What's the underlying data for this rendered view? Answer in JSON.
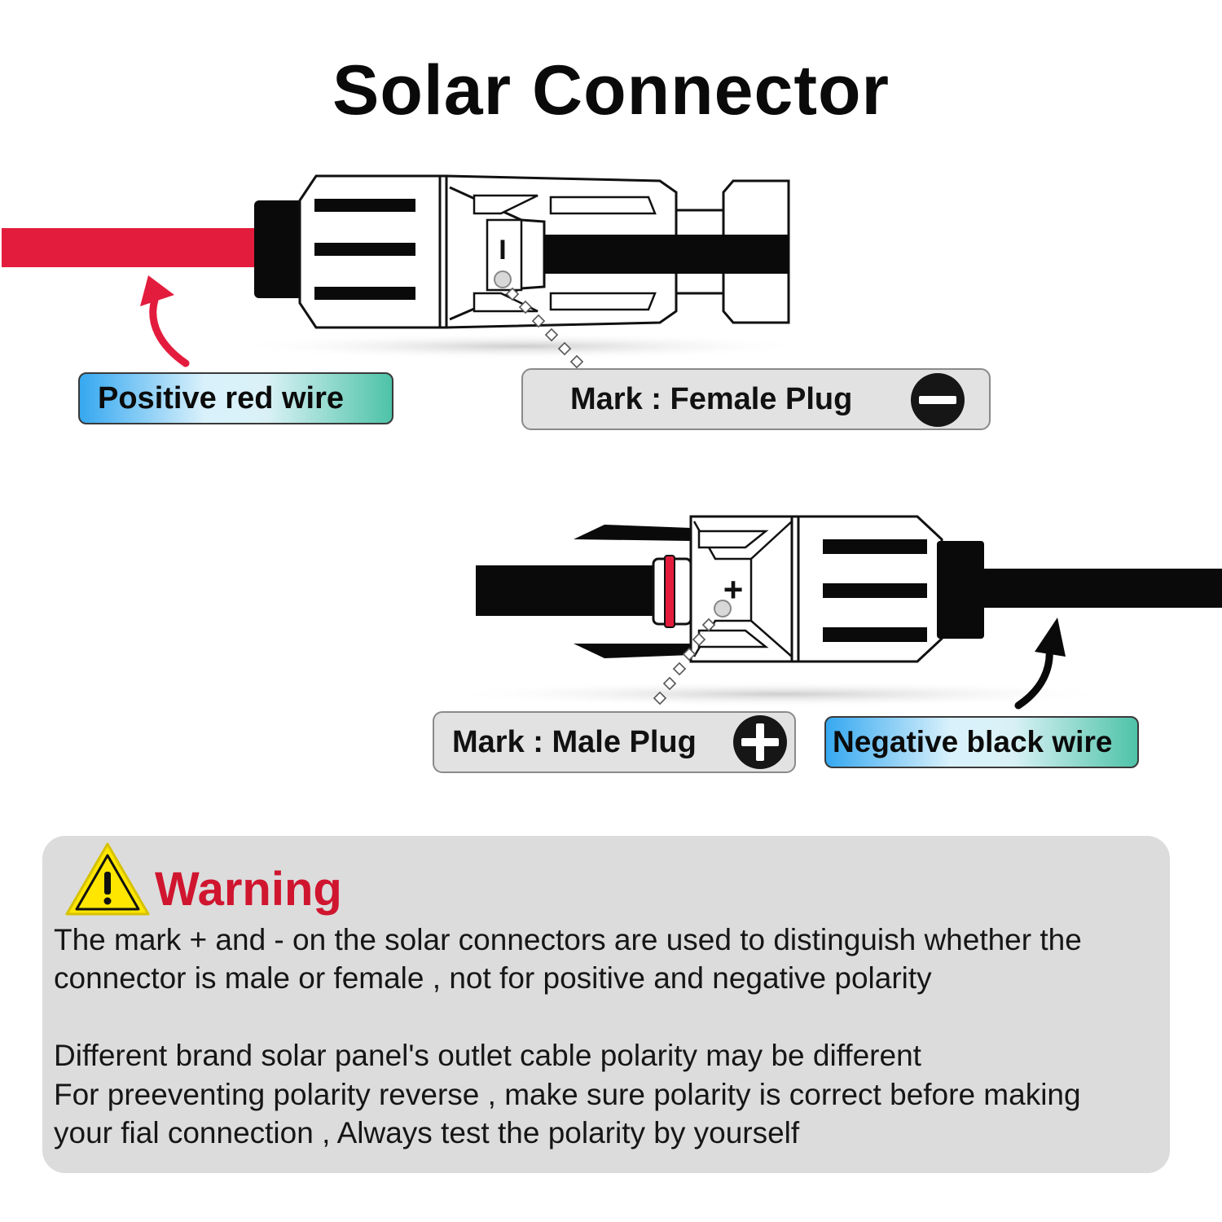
{
  "title": "Solar Connector",
  "labels": {
    "positive_wire": "Positive red wire",
    "female_plug": "Mark : Female Plug",
    "male_plug": "Mark : Male Plug",
    "negative_wire": "Negative black wire"
  },
  "connector_marks": {
    "female": "I",
    "male": "+"
  },
  "warning": {
    "title": "Warning",
    "line1": "The mark + and - on the solar connectors are used to distinguish whether the",
    "line2": "connector is male or female , not for positive and negative polarity",
    "line3": "Different brand solar panel's outlet cable polarity may be different",
    "line4": "For preeventing polarity reverse , make sure polarity is correct before making",
    "line5": "your fial connection , Always test the polarity by yourself"
  },
  "icons": [
    "warning-triangle-icon",
    "minus-icon",
    "plus-icon",
    "curved-arrow-icon"
  ],
  "colors": {
    "red_wire": "#e31c3d",
    "black_wire": "#000000",
    "warning_red": "#d0152f",
    "warning_yellow": "#ffe600",
    "box_gray": "#dcdcdc"
  }
}
